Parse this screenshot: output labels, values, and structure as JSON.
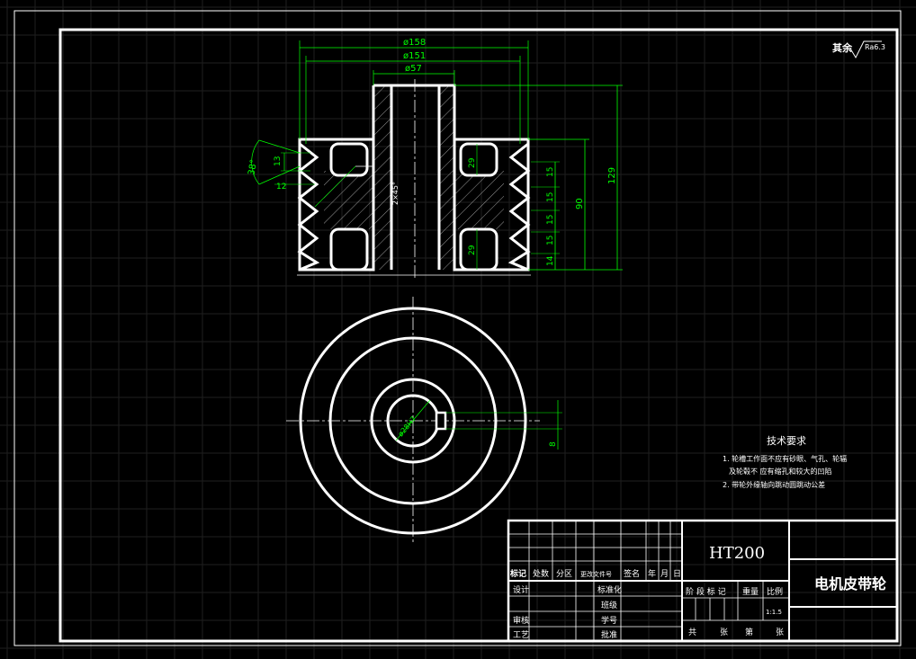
{
  "colors": {
    "background": "#000000",
    "grid": "#1f1f1f",
    "geometry": "#ffffff",
    "dimension": "#00ff00",
    "text": "#ffffff"
  },
  "roughness": {
    "symbol_text": "其余",
    "value": "Ra6.3"
  },
  "dimensions": {
    "d158": "ø158",
    "d151": "ø151",
    "d57": "ø57",
    "angle": "38°",
    "groove_top": "13",
    "groove_depth": "12",
    "d29_top": "29",
    "d29_bottom": "29",
    "pitch1": "15",
    "pitch2": "15",
    "pitch3": "15",
    "pitch4": "15",
    "edge": "14",
    "width90": "90",
    "height129": "129",
    "bore_note": "ø28",
    "chamfer": "2×45°",
    "keyway": "8",
    "bore_side": "ø28H7"
  },
  "tech_requirements": {
    "title": "技术要求",
    "line1": "1. 轮槽工作面不应有砂眼、气孔、轮辐",
    "line2": "及轮毂不      应有缩孔和较大的凹陷",
    "line3": "2. 带轮外缘轴向跳动圆跳动公差"
  },
  "title_block": {
    "material": "HT200",
    "part_name": "电机皮带轮",
    "header_cells": [
      "标记",
      "处数",
      "分区",
      "更改文件号",
      "签名",
      "年",
      "月",
      "日"
    ],
    "design": "设计",
    "standardize": "标准化",
    "class": "班级",
    "review": "审核",
    "student_id": "学号",
    "process": "工艺",
    "approve": "批准",
    "stage_mark": "阶 段 标 记",
    "weight": "重量",
    "scale": "比例",
    "scale_value": "1:1.5",
    "sheet_total": "共",
    "sheet_unit1": "张",
    "sheet_no": "第",
    "sheet_unit2": "张"
  }
}
